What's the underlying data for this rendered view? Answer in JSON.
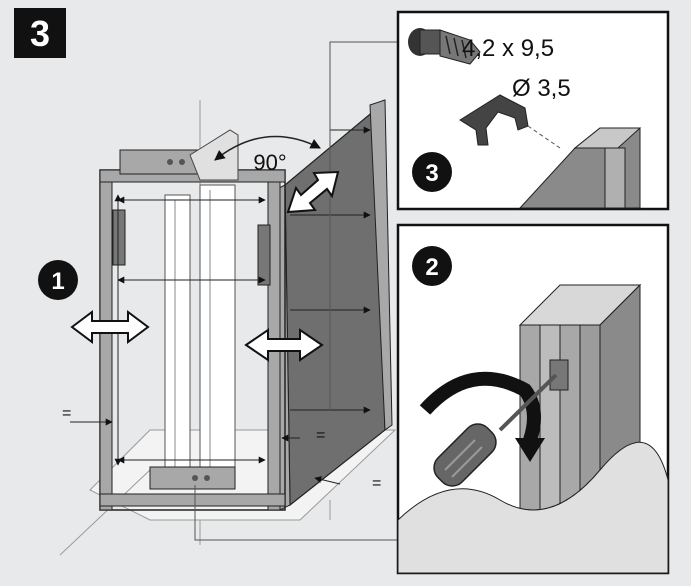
{
  "step_number": "3",
  "angle_label": "90°",
  "callouts": [
    "1",
    "2",
    "3"
  ],
  "screw_size": "4,2 x 9,5",
  "drill_diameter": "Ø 3,5",
  "equal_marks": [
    "=",
    "=",
    "="
  ],
  "colors": {
    "background": "#e8e9ea",
    "panel_fill": "#ffffff",
    "glass_fill": "#6f6f6f",
    "frame_fill": "#a8a8a8",
    "line": "#222222",
    "badge": "#111111"
  }
}
